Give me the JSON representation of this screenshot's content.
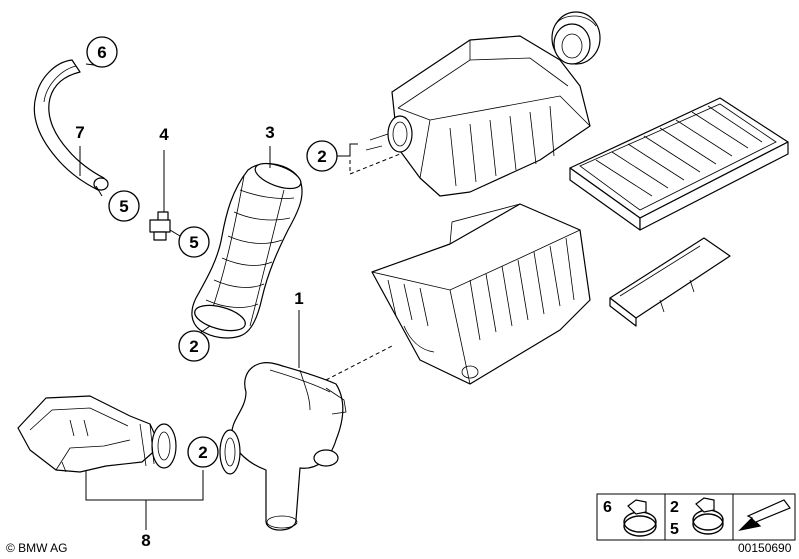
{
  "callouts": {
    "c6": "6",
    "c7": "7",
    "c4": "4",
    "c3": "3",
    "c2a": "2",
    "c5a": "5",
    "c5b": "5",
    "c2b": "2",
    "c1": "1",
    "c2c": "2",
    "c8": "8"
  },
  "legend": {
    "box1_num_a": "6",
    "box2_num_a": "2",
    "box2_num_b": "5"
  },
  "footer": {
    "copyright": "© BMW AG",
    "diagram_id": "00150690"
  }
}
